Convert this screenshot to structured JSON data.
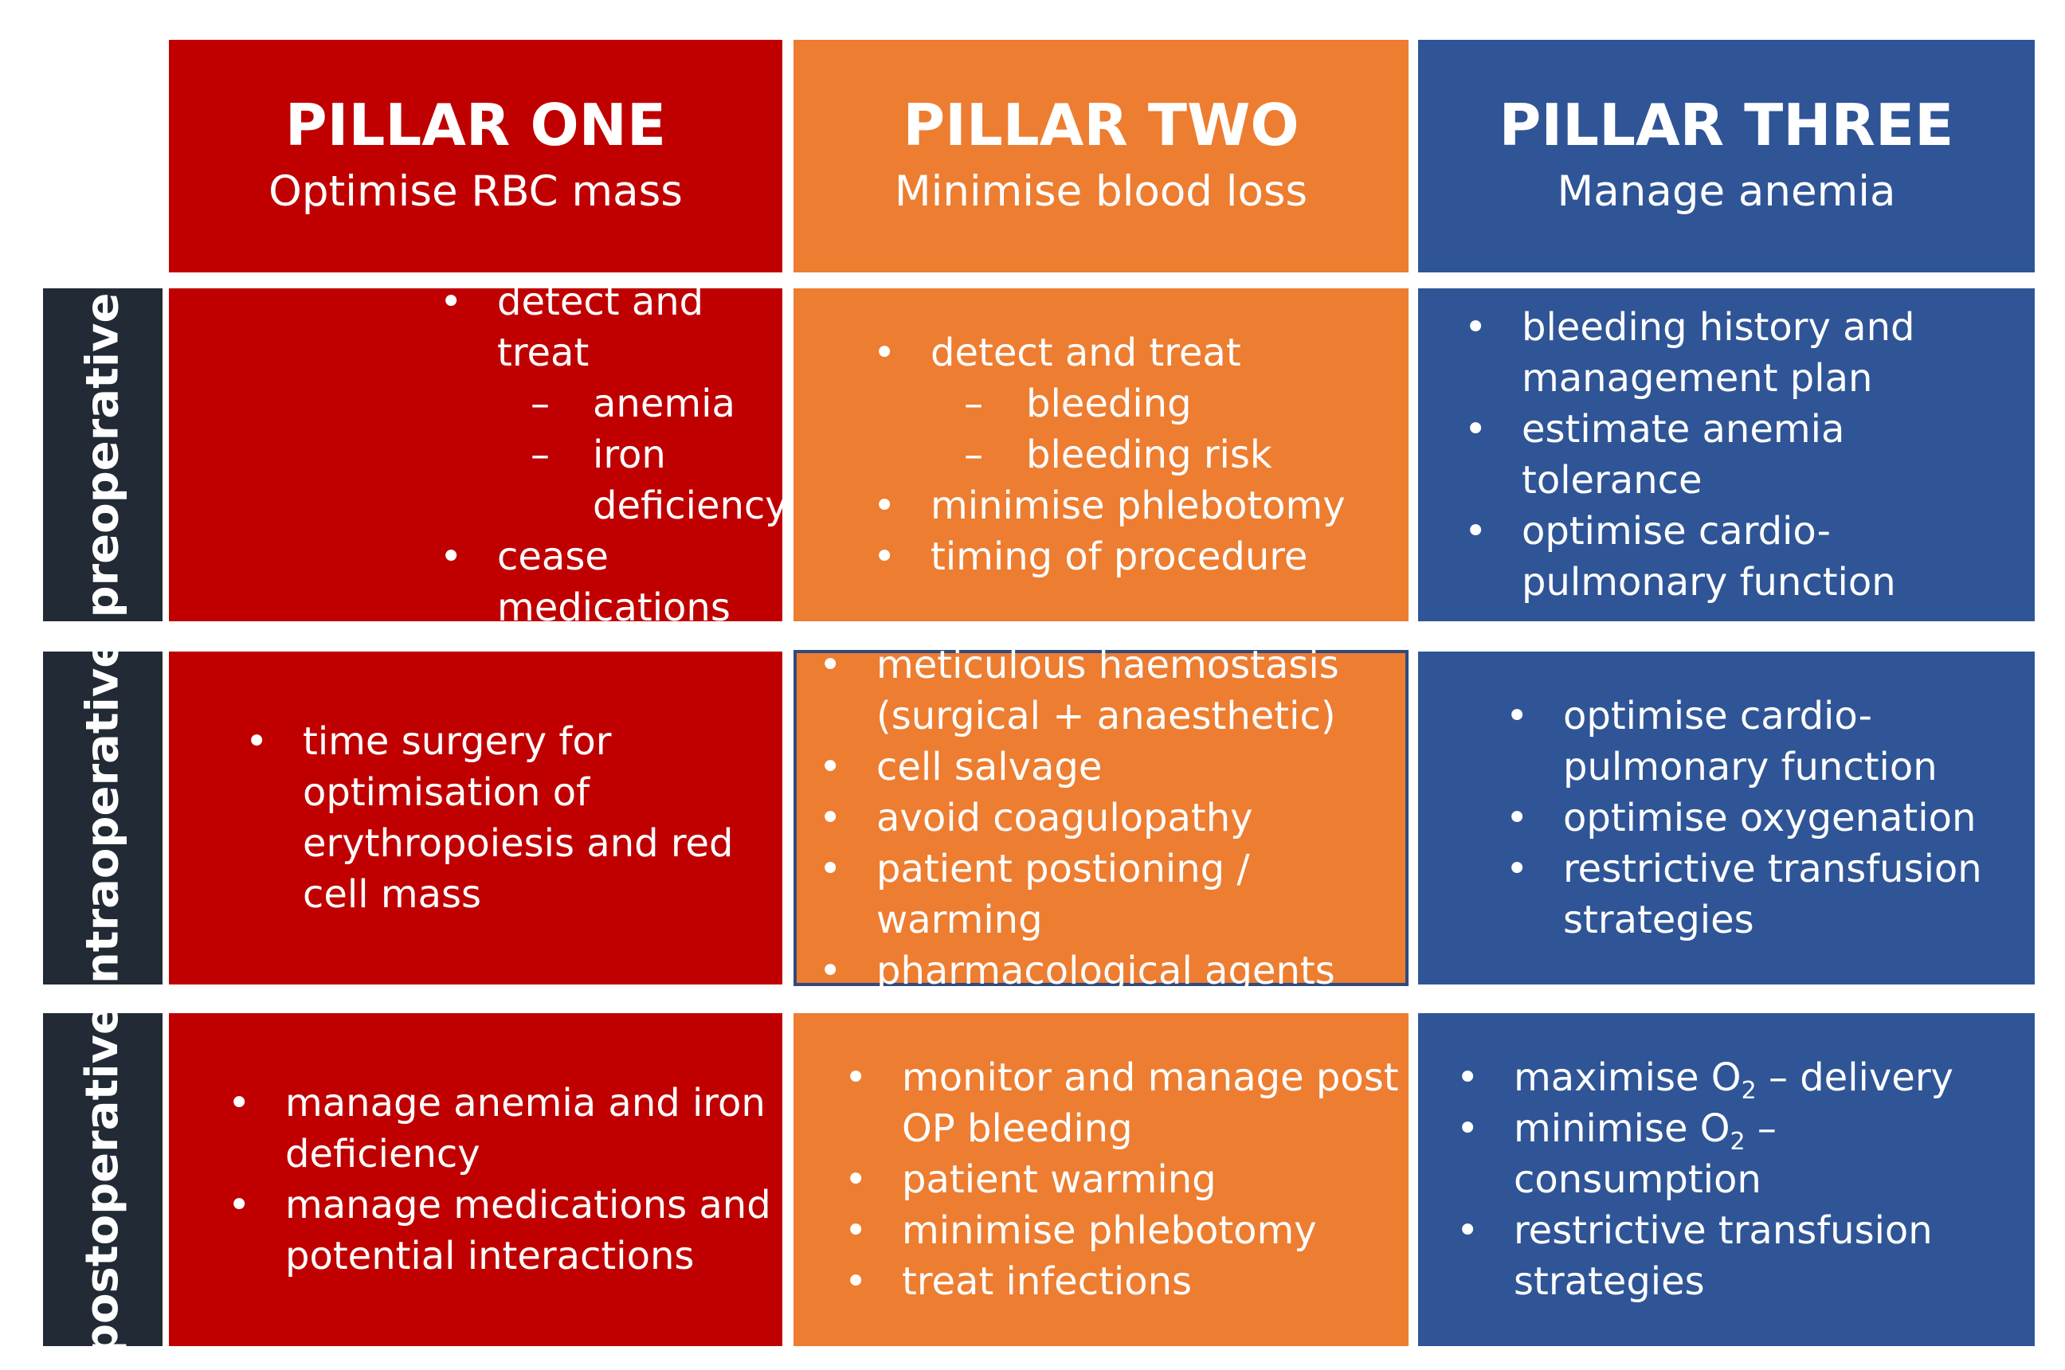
{
  "pillars": [
    {
      "title": "PILLAR ONE",
      "subtitle": "Optimise RBC mass"
    },
    {
      "title": "PILLAR TWO",
      "subtitle": "Minimise blood loss"
    },
    {
      "title": "PILLAR THREE",
      "subtitle": "Manage anemia"
    }
  ],
  "rows": [
    {
      "label": "preoperative"
    },
    {
      "label": "intraoperative"
    },
    {
      "label": "postoperative"
    }
  ],
  "bullet_glyph": "•",
  "dash_glyph": "–",
  "cells": {
    "pre_p1": {
      "b1": "detect and treat",
      "b1_sub1": "anemia",
      "b1_sub2": "iron deficiency",
      "b2": "cease medications"
    },
    "pre_p2": {
      "b1": "detect and treat",
      "b1_sub1": "bleeding",
      "b1_sub2": "bleeding risk",
      "b2": "minimise phlebotomy",
      "b3": "timing of procedure"
    },
    "pre_p3": {
      "b1_l1": "bleeding history and",
      "b1_l2": "management plan",
      "b2": "estimate anemia tolerance",
      "b3_l1": "optimise cardio-",
      "b3_l2": "pulmonary function"
    },
    "intra_p1": {
      "b1_l1": "time surgery for",
      "b1_l2": "optimisation of",
      "b1_l3": "erythropoiesis and red",
      "b1_l4": "cell mass"
    },
    "intra_p2": {
      "b1_l1": "meticulous haemostasis",
      "b1_l2": "(surgical + anaesthetic)",
      "b2": "cell salvage",
      "b3": "avoid coagulopathy",
      "b4": "patient postioning / warming",
      "b5": "pharmacological agents"
    },
    "intra_p3": {
      "b1_l1": "optimise cardio-",
      "b1_l2": "pulmonary function",
      "b2": "optimise oxygenation",
      "b3_l1": "restrictive transfusion",
      "b3_l2": "strategies"
    },
    "post_p1": {
      "b1_l1": "manage anemia and iron",
      "b1_l2": "deficiency",
      "b2_l1": "manage medications and",
      "b2_l2": "potential interactions"
    },
    "post_p2": {
      "b1_l1": "monitor and manage post",
      "b1_l2": "OP bleeding",
      "b2": "patient warming",
      "b3": "minimise phlebotomy",
      "b4": "treat infections"
    },
    "post_p3": {
      "b1_pre": "maximise O",
      "b1_subscript": "2",
      "b1_post": " – delivery",
      "b2_pre": "minimise O",
      "b2_subscript": "2",
      "b2_post": " – consumption",
      "b3_l1": "restrictive transfusion",
      "b3_l2": "strategies"
    }
  }
}
